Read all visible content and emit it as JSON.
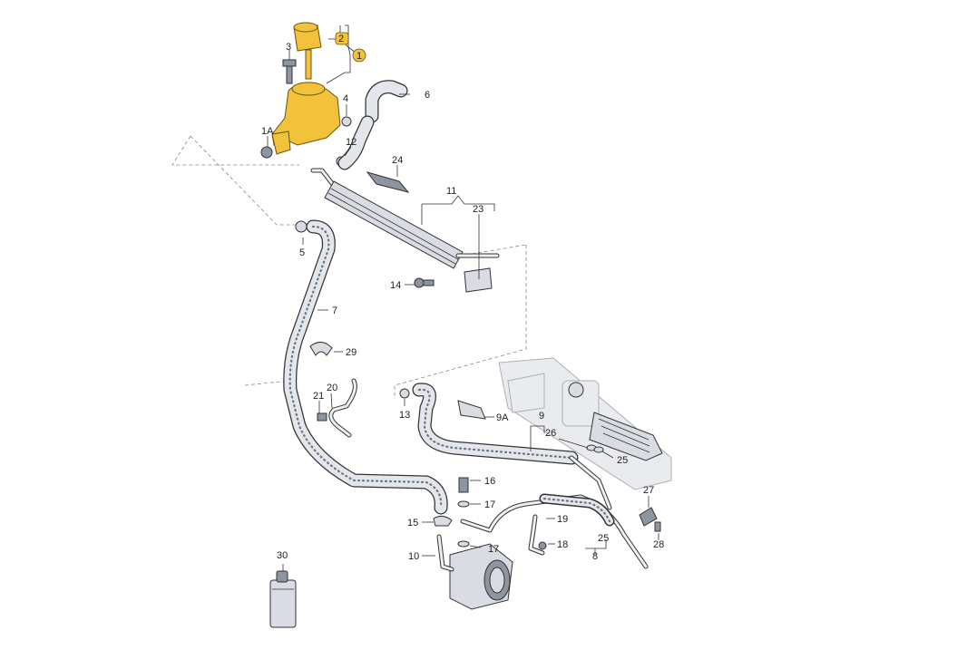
{
  "labels": {
    "l1": "1",
    "l1a": "1A",
    "l2": "2",
    "l3": "3",
    "l4": "4",
    "l5": "5",
    "l6": "6",
    "l7": "7",
    "l8": "8",
    "l9": "9",
    "l9a": "9A",
    "l10": "10",
    "l11": "11",
    "l12": "12",
    "l13": "13",
    "l14": "14",
    "l15": "15",
    "l16": "16",
    "l17a": "17",
    "l17b": "17",
    "l18": "18",
    "l19": "19",
    "l20": "20",
    "l21": "21",
    "l23": "23",
    "l24": "24",
    "l25a": "25",
    "l25b": "25",
    "l26": "26",
    "l27": "27",
    "l28": "28",
    "l29": "29",
    "l30": "30"
  },
  "colors": {
    "highlight": "#f2c23b",
    "part_fill": "#d9dde3",
    "outline": "#333333"
  }
}
